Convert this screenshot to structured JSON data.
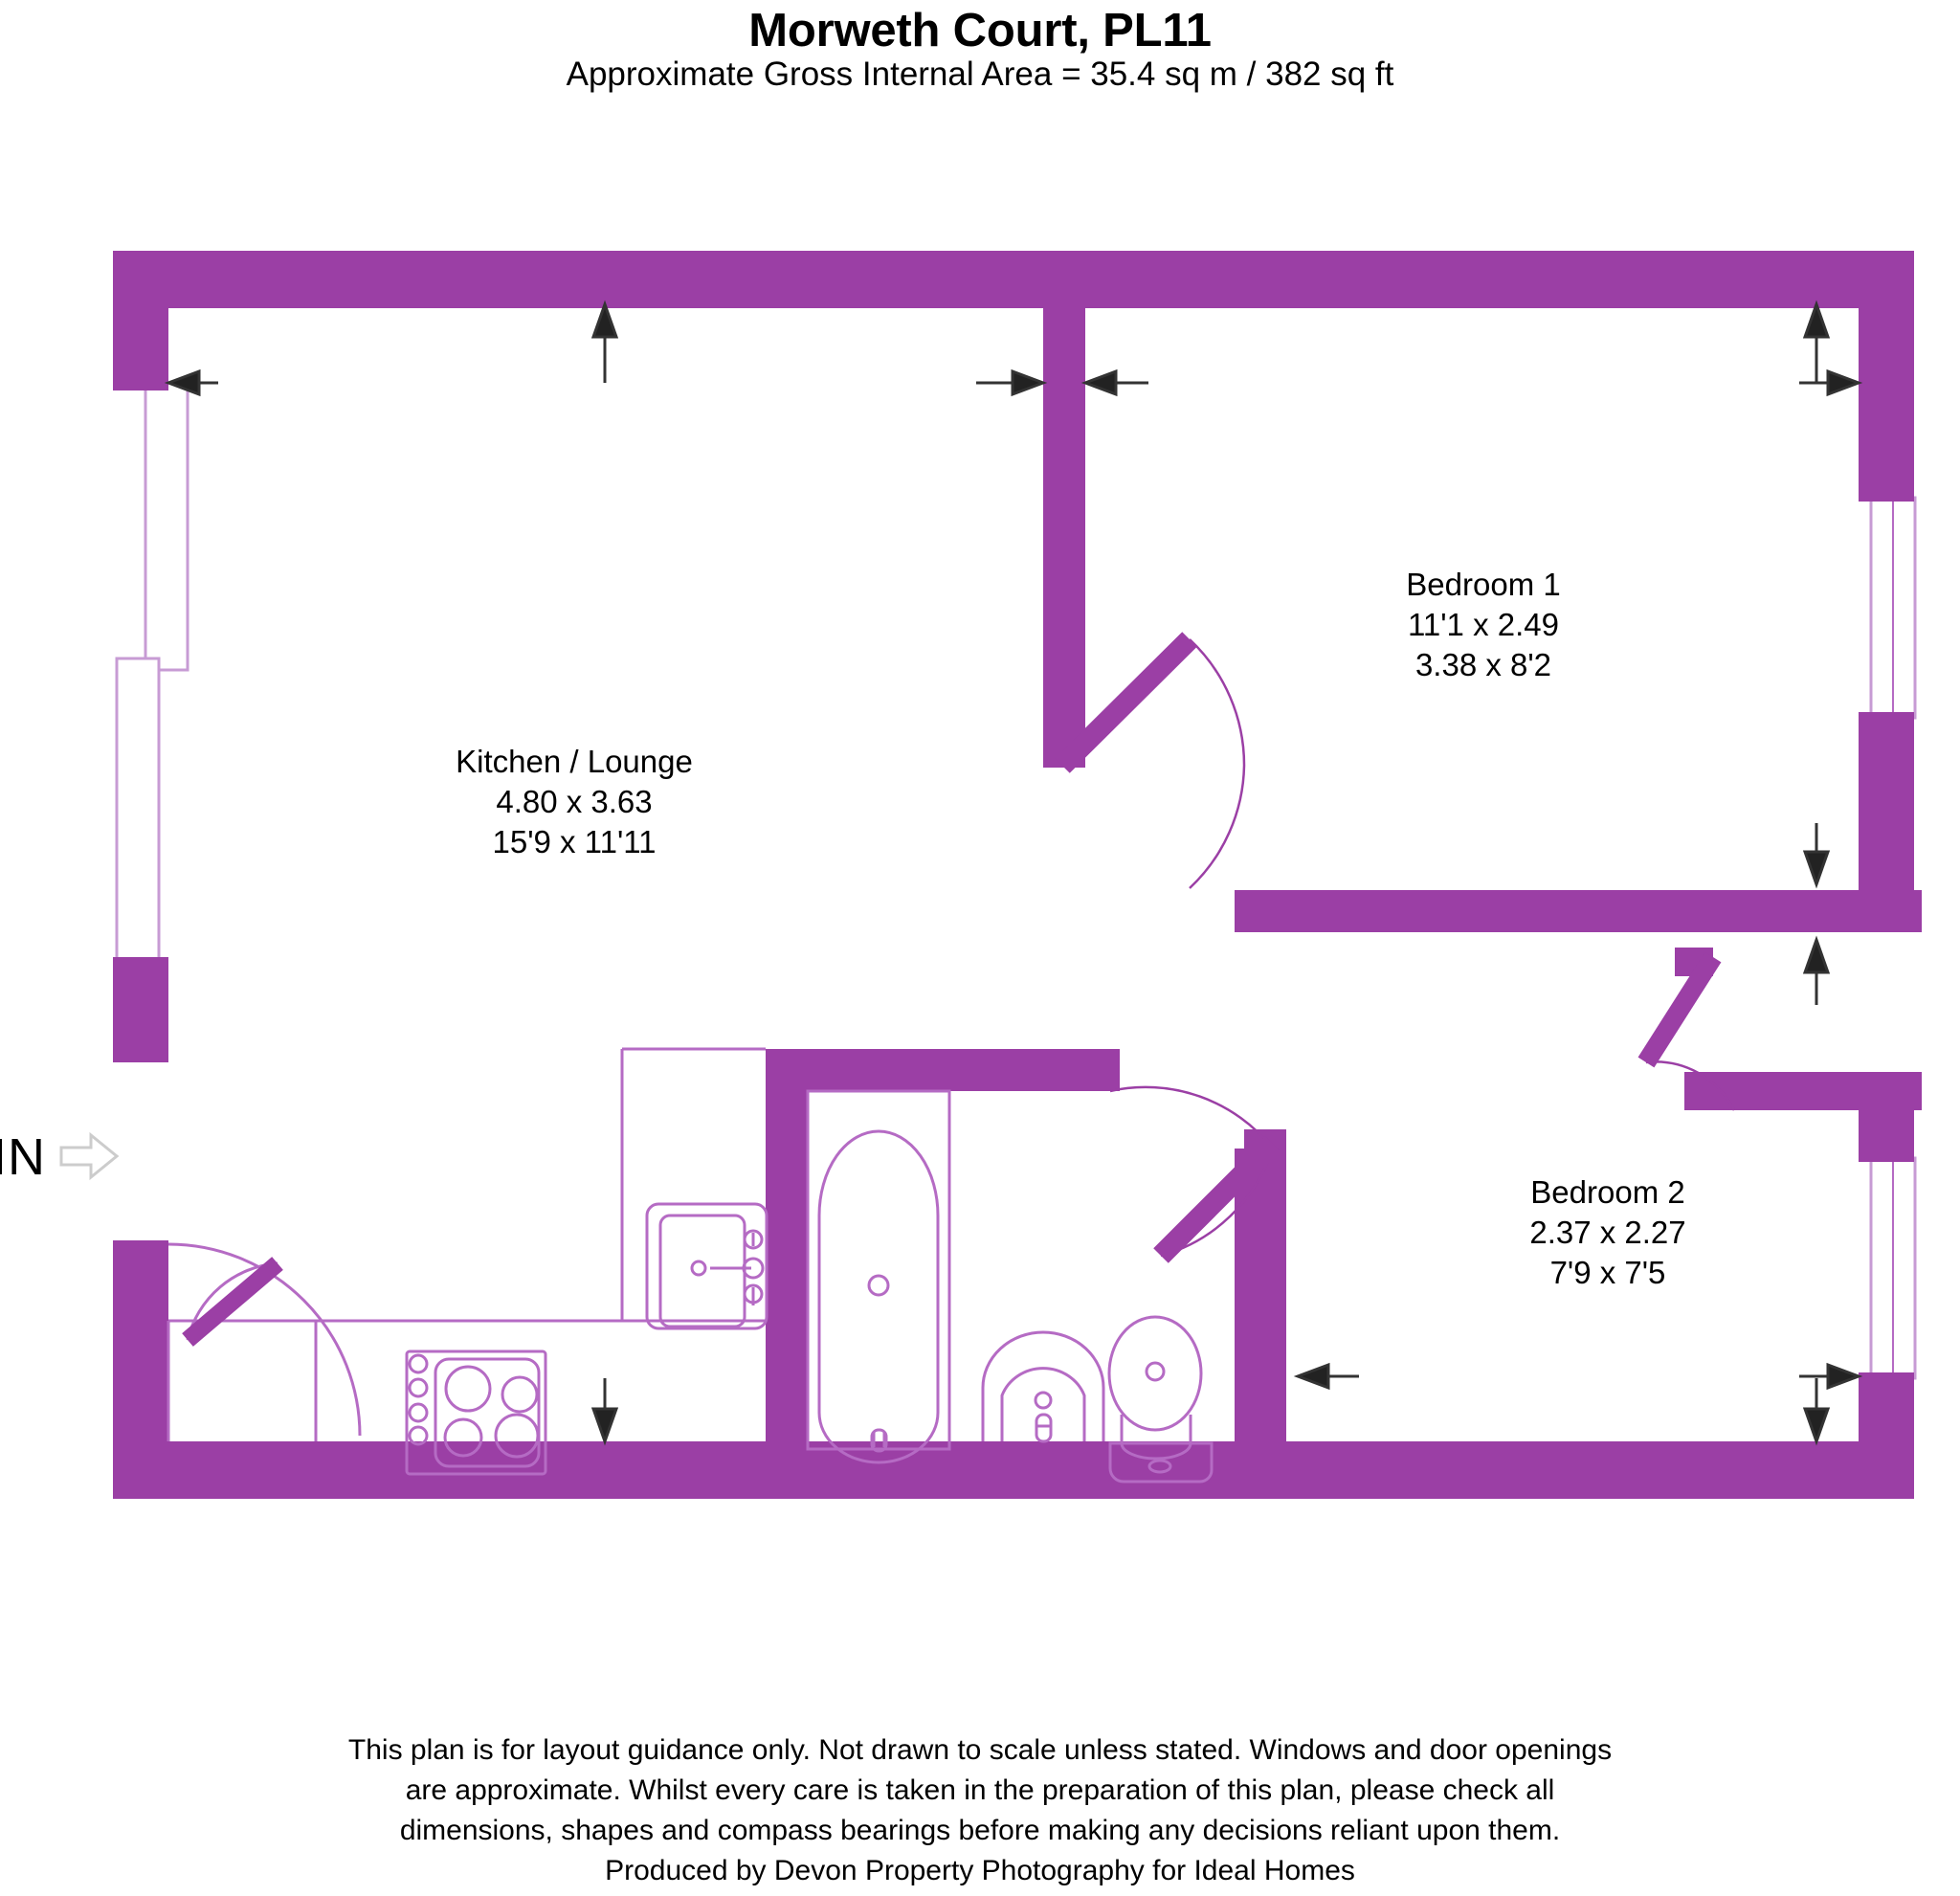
{
  "header": {
    "title": "Morweth Court, PL11",
    "subtitle": "Approximate Gross Internal Area = 35.4 sq m / 382 sq ft"
  },
  "entrance": {
    "label": "IN",
    "arrow_icon": "arrow-right-icon"
  },
  "rooms": [
    {
      "id": "kitchen-lounge",
      "name": "Kitchen / Lounge",
      "metric": "4.80 x 3.63",
      "imperial": "15'9 x 11'11"
    },
    {
      "id": "bedroom-1",
      "name": "Bedroom 1",
      "metric": "11'1 x 2.49",
      "imperial": "3.38 x 8'2"
    },
    {
      "id": "bedroom-2",
      "name": "Bedroom 2",
      "metric": "2.37 x 2.27",
      "imperial": "7'9 x 7'5"
    }
  ],
  "footer": {
    "line1": "This plan is for layout guidance only. Not drawn to scale unless stated. Windows and door openings",
    "line2": "are approximate. Whilst every care is taken in the preparation of this plan, please check all",
    "line3": "dimensions, shapes and compass bearings before making any decisions reliant upon them.",
    "line4": "Produced by Devon Property Photography for Ideal Homes"
  },
  "colors": {
    "wall": "#9B3FA5",
    "fixture_line": "#B56BC4",
    "window_line": "#C79BD4",
    "dimension_arrow": "#333333",
    "text": "#000000",
    "background": "#FFFFFF"
  },
  "fixtures": {
    "hob": "hob-icon",
    "sink": "sink-icon",
    "bath": "bath-icon",
    "washbasin": "washbasin-icon",
    "toilet": "toilet-icon"
  }
}
